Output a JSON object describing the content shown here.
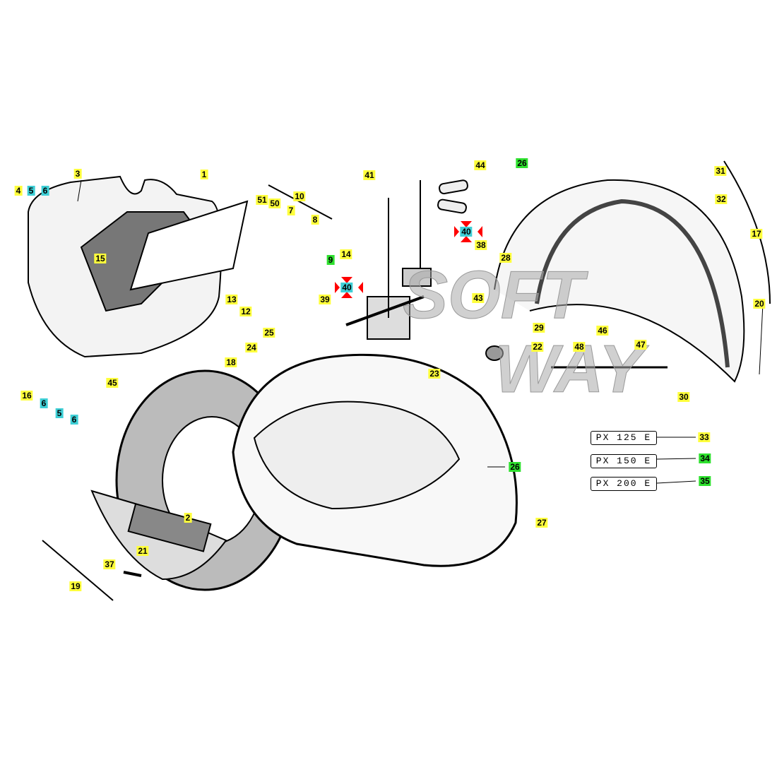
{
  "watermark": {
    "line1": "SOFT",
    "line2": "WAY"
  },
  "callouts": {
    "c1": "1",
    "c2": "2",
    "c3": "3",
    "c4": "4",
    "c5a": "5",
    "c6a": "6",
    "c7": "7",
    "c8": "8",
    "c9": "9",
    "c10": "10",
    "c12": "12",
    "c13": "13",
    "c14": "14",
    "c15": "15",
    "c16": "16",
    "c17": "17",
    "c18": "18",
    "c19": "19",
    "c20": "20",
    "c21": "21",
    "c22": "22",
    "c23": "23",
    "c24": "24",
    "c25": "25",
    "c26a": "26",
    "c26b": "26",
    "c27": "27",
    "c28": "28",
    "c29": "29",
    "c30": "30",
    "c31": "31",
    "c32": "32",
    "c33": "33",
    "c34": "34",
    "c35": "35",
    "c37": "37",
    "c38": "38",
    "c39": "39",
    "c40a": "40",
    "c40b": "40",
    "c41": "41",
    "c43": "43",
    "c44": "44",
    "c45": "45",
    "c46": "46",
    "c47": "47",
    "c48": "48",
    "c50": "50",
    "c51": "51",
    "c6b": "6",
    "c5b": "5",
    "c6c": "6"
  },
  "plates": [
    "PX 125 E",
    "PX 150 E",
    "PX 200 E"
  ],
  "colors": {
    "yellow": "#ffff3c",
    "cyan": "#3ecfd6",
    "green": "#2ee02e",
    "marker": "#ff0000"
  }
}
